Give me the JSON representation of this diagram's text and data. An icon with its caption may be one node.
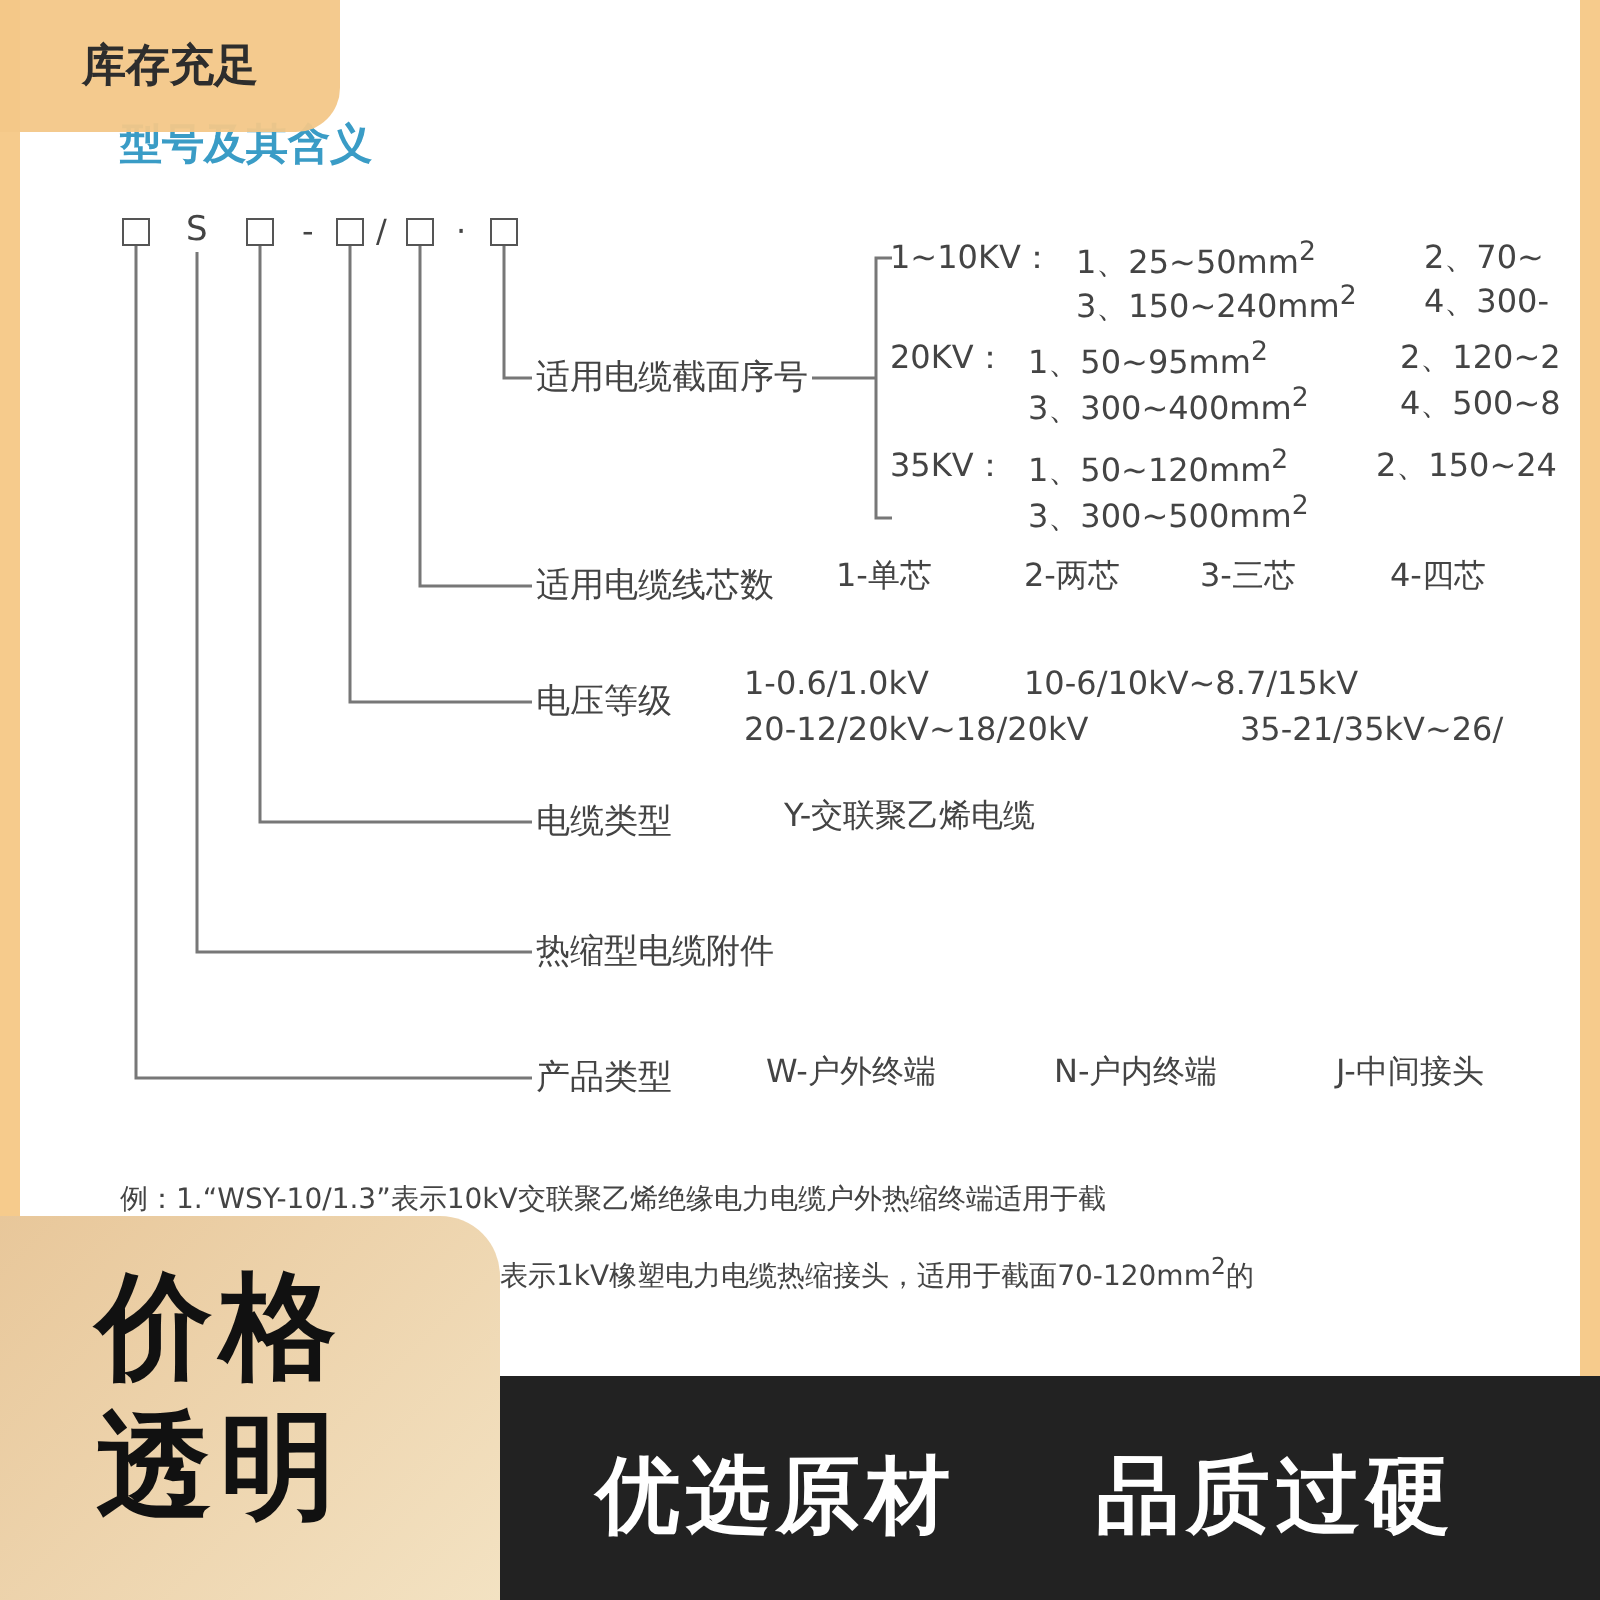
{
  "diagram": {
    "title": "型号及其含义",
    "nodes": [
      {
        "text": [],
        "shape": "box"
      },
      {
        "text": [
          "S"
        ]
      },
      {
        "text": [],
        "shape": "box"
      },
      {
        "text": [],
        "shape": "box"
      },
      {
        "text": [],
        "shape": "box"
      },
      {
        "text": [],
        "shape": "box"
      },
      {
        "text": [
          "适用电缆截面序号"
        ]
      },
      {
        "text": [
          "适用电缆线芯数"
        ]
      },
      {
        "text": [
          "电压等级"
        ]
      },
      {
        "text": [
          "电缆类型"
        ]
      },
      {
        "text": [
          "热缩型电缆附件"
        ]
      },
      {
        "text": [
          "产品类型"
        ]
      }
    ],
    "edges": [
      {
        "from": 5,
        "to": 6,
        "arrow": "none"
      },
      {
        "from": 4,
        "to": 7,
        "arrow": "none"
      },
      {
        "from": 3,
        "to": 8,
        "arrow": "none"
      },
      {
        "from": 2,
        "to": 9,
        "arrow": "none"
      },
      {
        "from": 1,
        "to": 10,
        "arrow": "none"
      },
      {
        "from": 0,
        "to": 11,
        "arrow": "none"
      }
    ],
    "labels": [
      "库存充足",
      "-",
      "/",
      "·",
      "1~10KV：",
      "1、25~50mm$^{2}$",
      "2、70~",
      "3、150~240mm$^{2}$",
      "4、300-",
      "20KV：",
      "1、50~95mm$^{2}$",
      "2、120~2",
      "3、300~400mm$^{2}$",
      "4、500~8",
      "35KV：",
      "1、50~120mm$^{2}$",
      "2、150~24",
      "3、300~500mm$^{2}$",
      "1-单芯",
      "2-两芯",
      "3-三芯",
      "4-四芯",
      "1-0.6/1.0kV",
      "10-6/10kV~8.7/15kV",
      "20-12/20kV~18/20kV",
      "35-21/35kV~26/",
      "Y-交联聚乙烯电缆",
      "W-户外终端",
      "N-户内终端",
      "J-中间接头",
      "例：1.“WSY-10/1.3”表示10kV交联聚乙烯绝缘电力电缆户外热缩终端适用于截",
      "表示1kV橡塑电力电缆热缩接头，适用于截面70-120mm$^{2}$的",
      "价格透明",
      "优选原材",
      "品质过硬"
    ]
  }
}
